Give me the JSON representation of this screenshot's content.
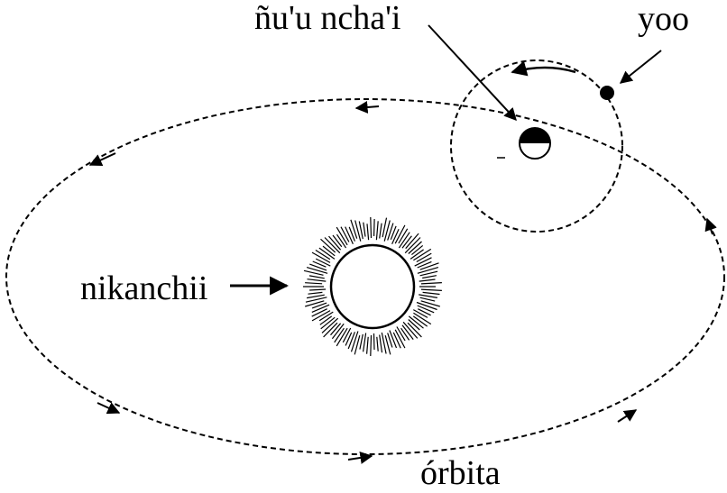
{
  "labels": {
    "earth": "ñu'u ncha'i",
    "moon": "yoo",
    "sun": "nikanchii",
    "orbit": "órbita"
  },
  "colors": {
    "ink": "#000000",
    "background": "#ffffff"
  }
}
